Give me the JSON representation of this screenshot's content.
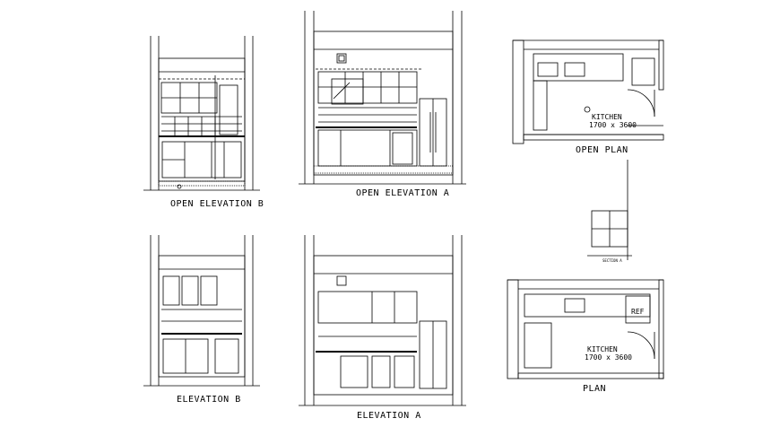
{
  "drawings": {
    "open_elevation_b": {
      "label": "OPEN ELEVATION B"
    },
    "open_elevation_a": {
      "label": "OPEN ELEVATION A"
    },
    "open_plan": {
      "label": "OPEN PLAN",
      "room_name": "KITCHEN",
      "room_size": "1700 x 3600"
    },
    "section": {
      "label": "SECTION A"
    },
    "elevation_b": {
      "label": "ELEVATION B"
    },
    "elevation_a": {
      "label": "ELEVATION A"
    },
    "plan": {
      "label": "PLAN",
      "room_name": "KITCHEN",
      "room_size": "1700 x 3600",
      "appliance_tag": "REF"
    }
  },
  "colors": {
    "line": "#000000",
    "background": "#ffffff"
  }
}
